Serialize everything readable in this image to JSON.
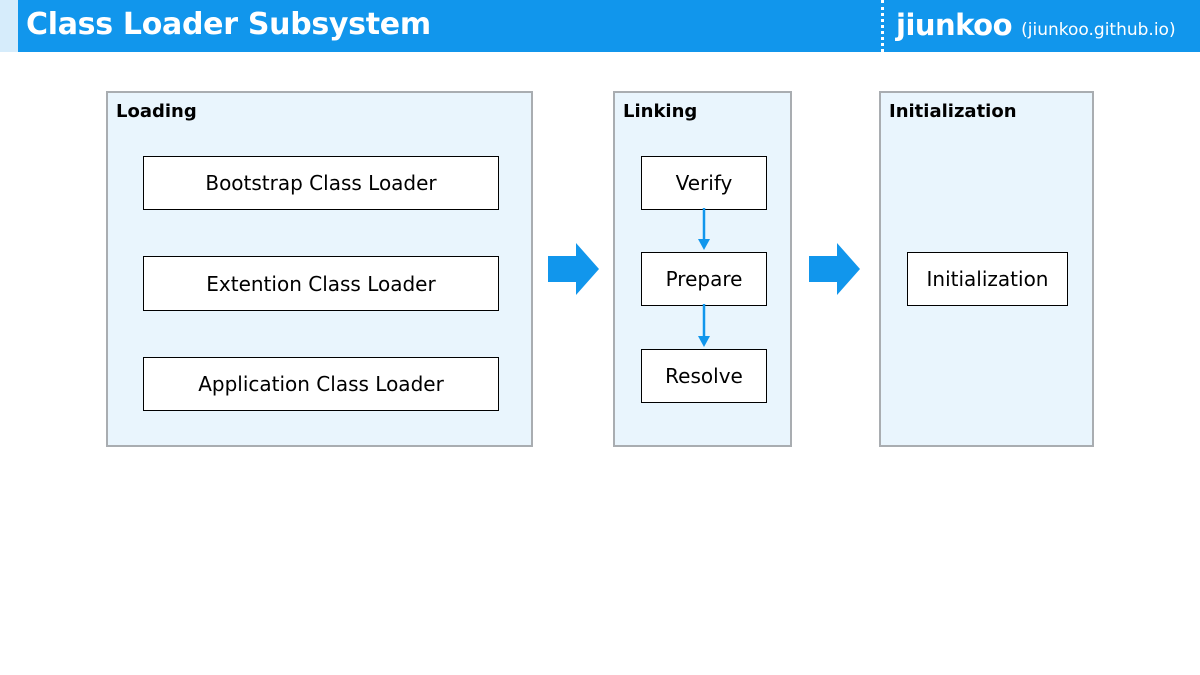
{
  "header": {
    "title": "Class Loader Subsystem",
    "brand_name": "jiunkoo",
    "brand_url": "(jiunkoo.github.io)"
  },
  "stages": {
    "loading": {
      "label": "Loading",
      "items": [
        "Bootstrap Class Loader",
        "Extention Class Loader",
        "Application Class Loader"
      ]
    },
    "linking": {
      "label": "Linking",
      "items": [
        "Verify",
        "Prepare",
        "Resolve"
      ]
    },
    "initialization": {
      "label": "Initialization",
      "items": [
        "Initialization"
      ]
    }
  },
  "colors": {
    "header_bg": "#1196ec",
    "panel_bg": "#e9f5fd",
    "panel_border": "#a9adb1",
    "arrow": "#1196ec"
  },
  "icons": {
    "stage_arrow": "block-arrow-right-icon",
    "step_arrow": "arrow-down-icon"
  }
}
